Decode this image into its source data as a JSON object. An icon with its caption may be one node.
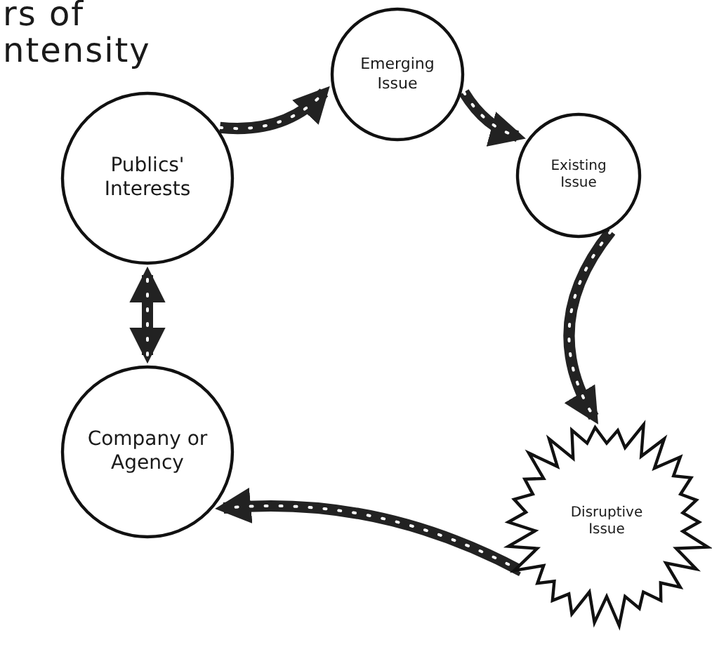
{
  "diagram": {
    "nodes": [
      {
        "text": [
          "Publics' Interests"
        ]
      },
      {
        "text": [
          "Emerging Issue"
        ]
      },
      {
        "text": [
          "Existing Issue"
        ]
      },
      {
        "text": [
          "Disruptive Issue"
        ]
      },
      {
        "text": [
          "Company or Agency"
        ]
      }
    ],
    "edges": [
      {
        "from": 0,
        "to": 1,
        "arrow": "to"
      },
      {
        "from": 1,
        "to": 2,
        "arrow": "to"
      },
      {
        "from": 2,
        "to": 3,
        "arrow": "to"
      },
      {
        "from": 3,
        "to": 4,
        "arrow": "to"
      },
      {
        "from": 4,
        "to": 0,
        "arrow": "both"
      }
    ],
    "labels": [
      "rs of",
      "ntensity"
    ]
  }
}
